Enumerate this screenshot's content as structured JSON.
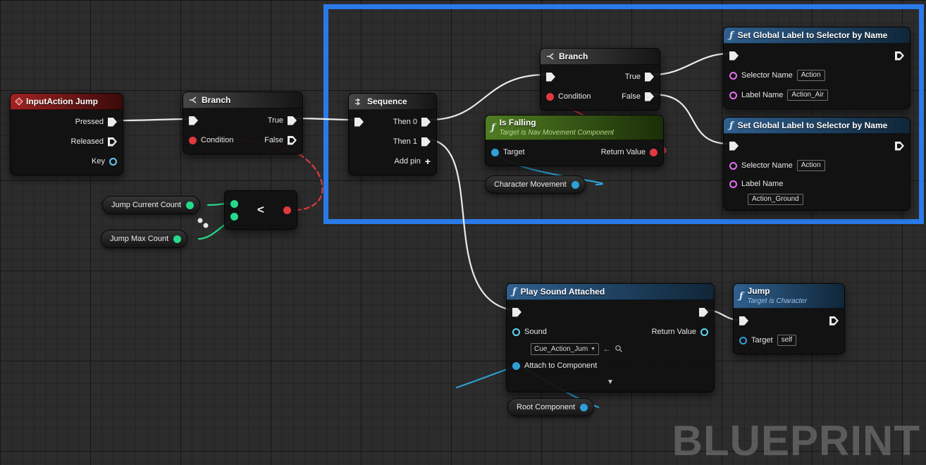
{
  "watermark": "BLUEPRINT",
  "colors": {
    "selection_blue": "#2a7ae9",
    "exec_wire": "#eaeaea",
    "bool_red": "#e0393f",
    "int_green": "#27d98a",
    "object_blue": "#2f9fd6",
    "audio_cyan": "#5fd8f2",
    "name_pink": "#e86df0"
  },
  "nodes": {
    "input_action": {
      "title": "InputAction Jump",
      "pins": {
        "pressed": "Pressed",
        "released": "Released",
        "key": "Key"
      }
    },
    "branch_left": {
      "title": "Branch",
      "pins": {
        "condition": "Condition",
        "true": "True",
        "false": "False"
      }
    },
    "branch_upper": {
      "title": "Branch",
      "pins": {
        "condition": "Condition",
        "true": "True",
        "false": "False"
      }
    },
    "jump_current_count": {
      "label": "Jump Current Count"
    },
    "jump_max_count": {
      "label": "Jump Max Count"
    },
    "less_than": {
      "symbol": "<"
    },
    "sequence": {
      "title": "Sequence",
      "pins": {
        "then0": "Then 0",
        "then1": "Then 1",
        "add": "Add pin"
      }
    },
    "is_falling": {
      "title": "Is Falling",
      "subtitle": "Target is Nav Movement Component",
      "pins": {
        "target": "Target",
        "return": "Return Value"
      }
    },
    "character_movement": {
      "label": "Character Movement"
    },
    "set_label_air": {
      "title": "Set Global Label to Selector by Name",
      "pins": {
        "selector": "Selector Name",
        "label": "Label Name"
      },
      "values": {
        "selector": "Action",
        "label": "Action_Air"
      }
    },
    "set_label_ground": {
      "title": "Set Global Label to Selector by Name",
      "pins": {
        "selector": "Selector Name",
        "label": "Label Name"
      },
      "values": {
        "selector": "Action",
        "label": "Action_Ground"
      }
    },
    "play_sound": {
      "title": "Play Sound Attached",
      "pins": {
        "sound": "Sound",
        "attach": "Attach to Component",
        "return": "Return Value"
      },
      "values": {
        "sound": "Cue_Action_Jum"
      }
    },
    "root_component": {
      "label": "Root Component"
    },
    "jump": {
      "title": "Jump",
      "subtitle": "Target is Character",
      "pins": {
        "target": "Target"
      },
      "values": {
        "target": "self"
      }
    }
  }
}
